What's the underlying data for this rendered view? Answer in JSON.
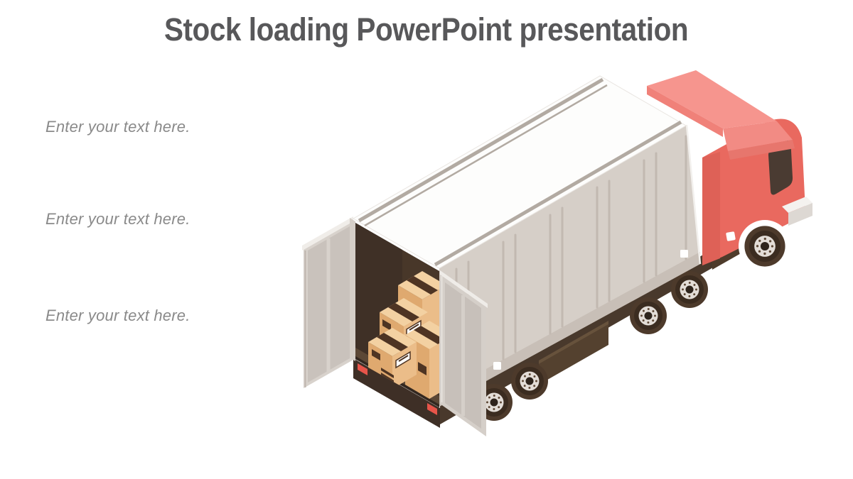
{
  "slide": {
    "title": "Stock loading PowerPoint presentation",
    "placeholders": [
      {
        "id": 1,
        "label": "Enter your text here."
      },
      {
        "id": 2,
        "label": "Enter your text here."
      },
      {
        "id": 3,
        "label": "Enter your text here."
      }
    ]
  },
  "illustration": {
    "name": "isometric-truck-loading-boxes",
    "description": "Isometric semi truck with red cab and wind deflector, open rear doors revealing stacked cardboard boxes inside the trailer",
    "colors": {
      "title_text": "#58585A",
      "placeholder_text": "#8A8A8A",
      "cab_red": "#E9695F",
      "cab_red_dark": "#DE6157",
      "deflector_pink_light": "#F6958E",
      "deflector_pink_mid": "#F28B84",
      "deflector_pink_deep": "#E7766D",
      "window_brown": "#4A3B32",
      "trailer_side": "#D6CFC8",
      "trailer_side_shade": "#C8BFB7",
      "trailer_groove": "#C2B9B1",
      "trailer_roof": "#FDFDFC",
      "roof_stripe": "#B2AAA2",
      "door_gray": "#D8D2CC",
      "door_panel_gray": "#C9C2BC",
      "interior_brown": "#483729",
      "floor_brown": "#5C4836",
      "chassis_brown": "#49392C",
      "bumper_brown": "#3E2F26",
      "taillight_red": "#E7554A",
      "tire_brown": "#4D3A2B",
      "hub_gray": "#E3DDD7",
      "box_top_tan": "#F3D1A2",
      "box_left_tan": "#DFA96F",
      "box_right_tan": "#EBBD89",
      "box_tape_brown": "#4E3423",
      "box_label_white": "#FFFFFF"
    }
  }
}
